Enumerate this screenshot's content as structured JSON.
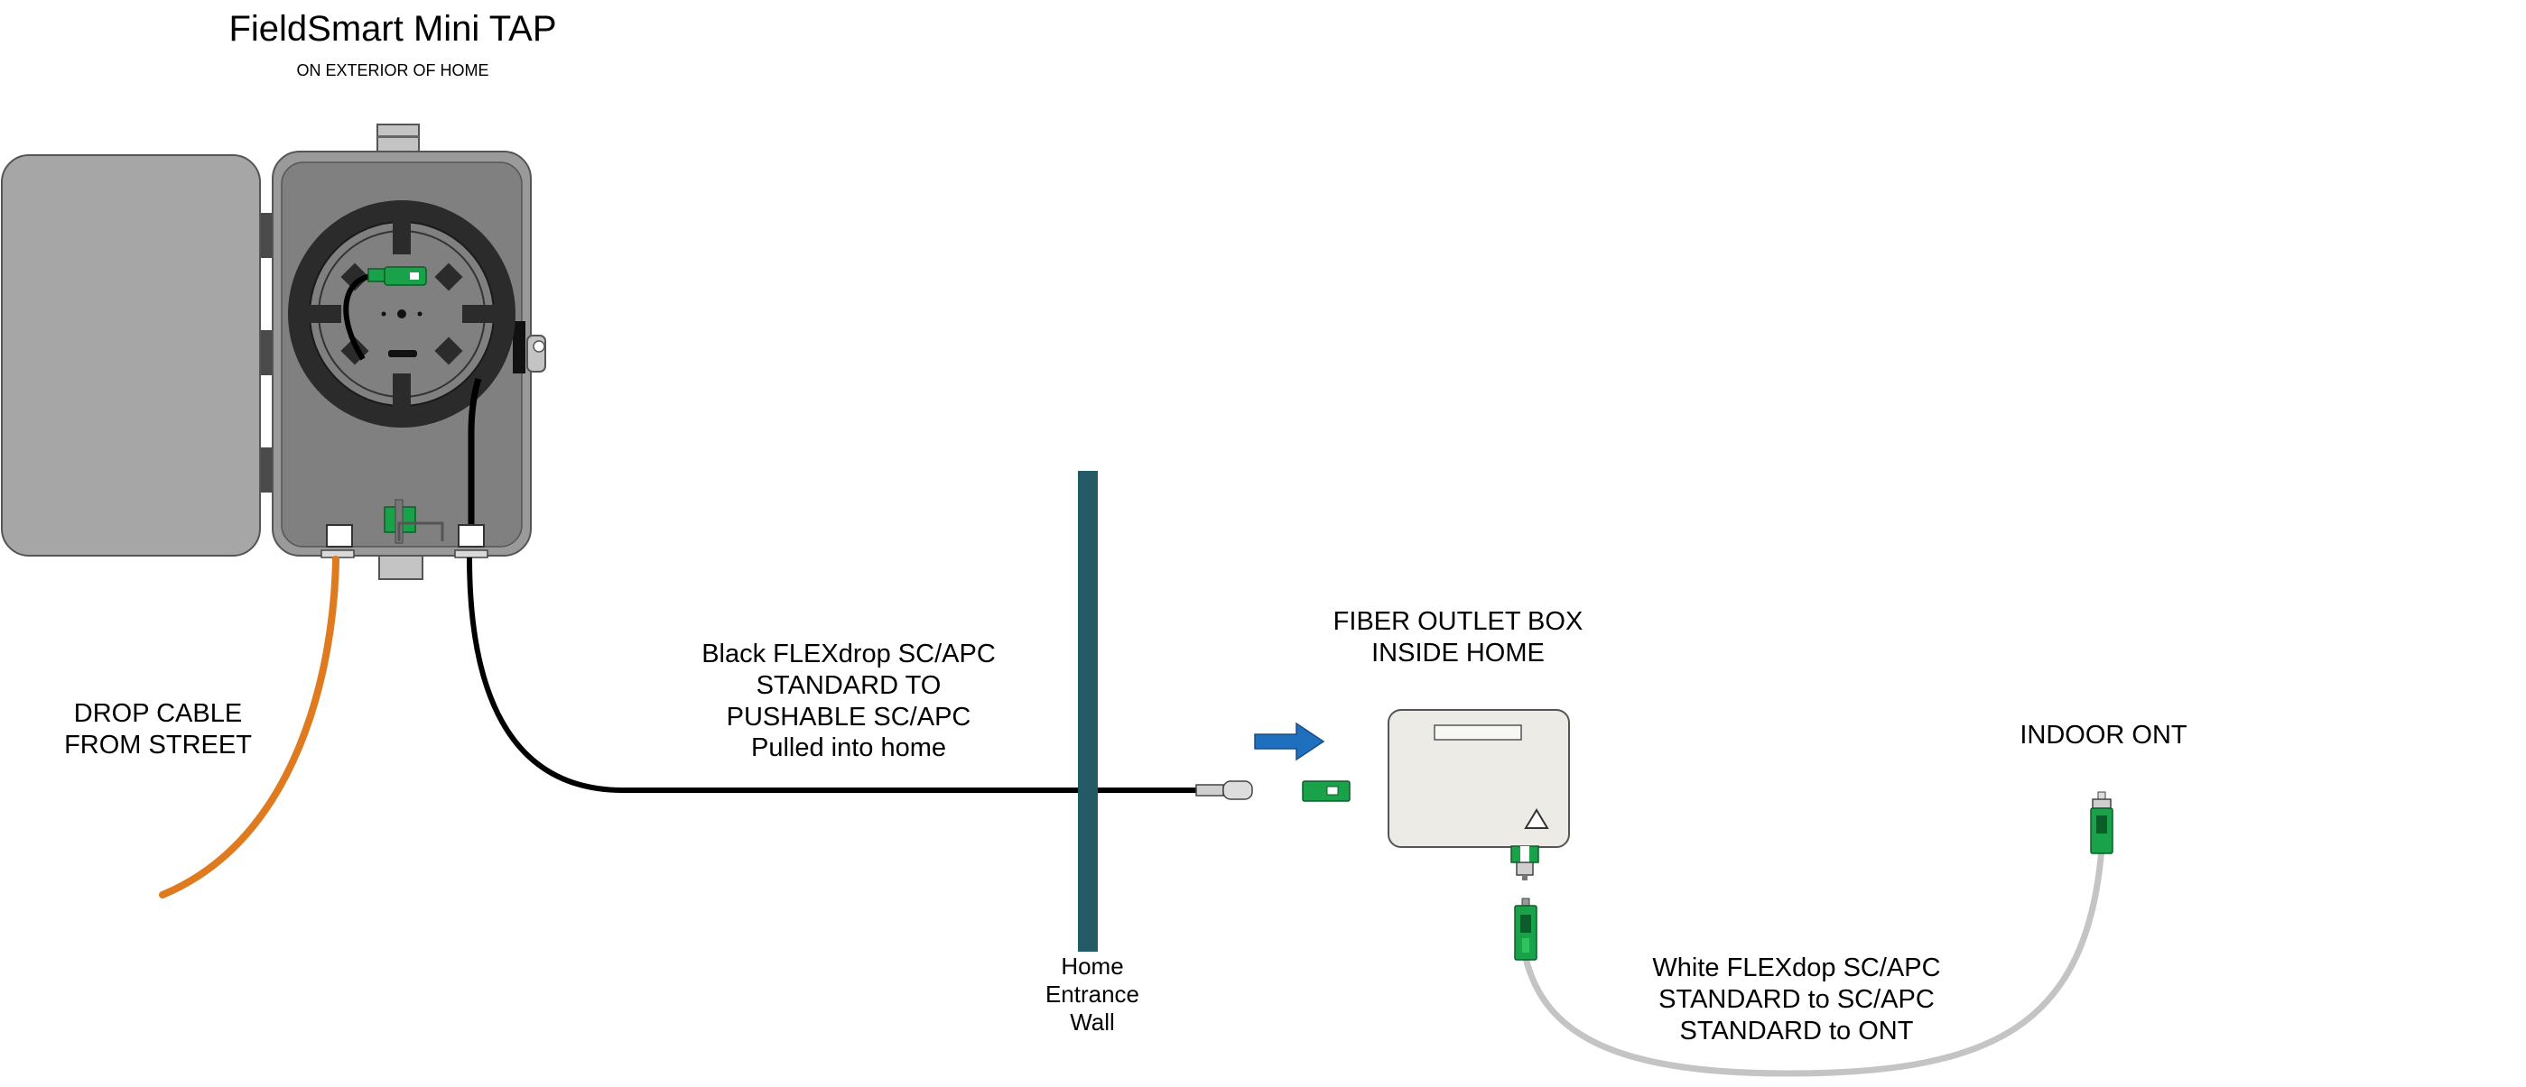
{
  "title": "FieldSmart Mini TAP",
  "subtitle": "ON EXTERIOR OF HOME",
  "labels": {
    "drop_cable": [
      "DROP CABLE",
      "FROM STREET"
    ],
    "black_flexdrop": [
      "Black FLEXdrop SC/APC",
      "STANDARD TO",
      "PUSHABLE SC/APC",
      "Pulled into home"
    ],
    "fiber_outlet": [
      "FIBER OUTLET BOX",
      "INSIDE HOME"
    ],
    "indoor_ont": "INDOOR ONT",
    "wall": [
      "Home",
      "Entrance",
      "Wall"
    ],
    "white_flexdrop": [
      "White FLEXdop SC/APC",
      "STANDARD to SC/APC",
      "STANDARD to ONT"
    ]
  },
  "colors": {
    "drop_cable": "#e07a1f",
    "black_cable": "#111111",
    "white_cable": "#c4c4c4",
    "wall": "#245a66",
    "arrow": "#1f6fbf",
    "connector_green": "#1aa24a",
    "enclosure_door": "#a6a6a6",
    "enclosure_body": "#9a9a9a",
    "enclosure_inner": "#808080",
    "outlet_box": "#ecebe6"
  },
  "icons": {
    "arrow": "right-arrow-icon",
    "outlet_triangle": "triangle-icon"
  }
}
